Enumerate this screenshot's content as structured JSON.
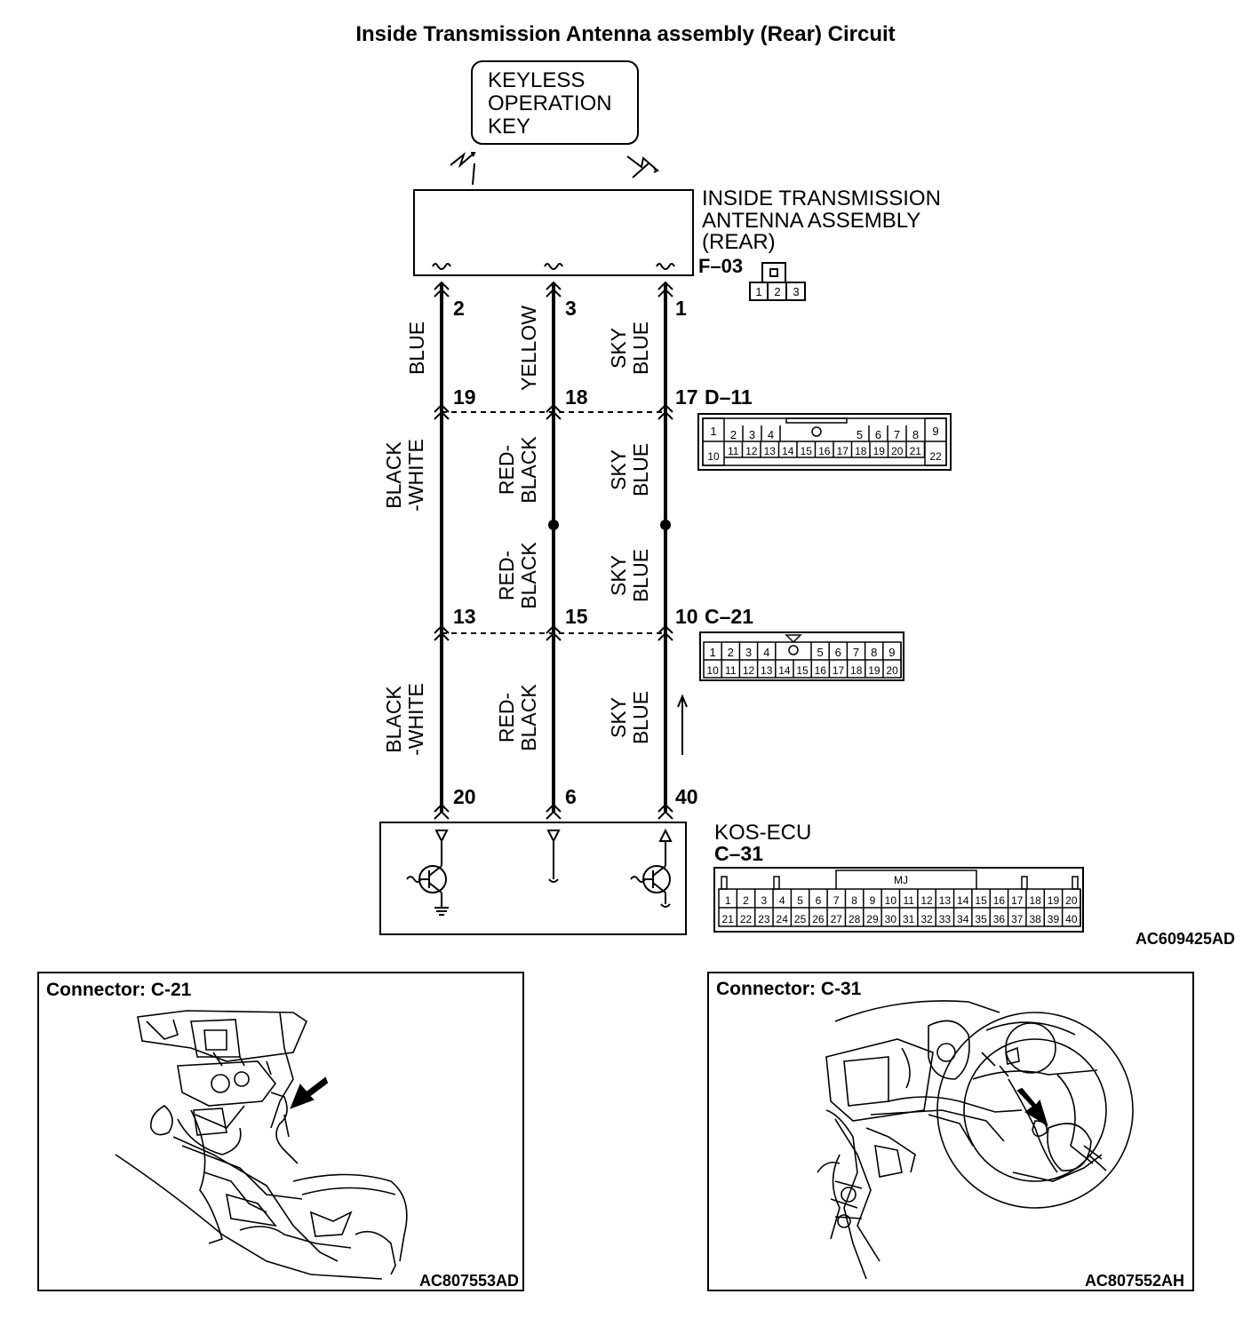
{
  "title": "Inside Transmission Antenna assembly (Rear) Circuit",
  "key_box": {
    "lines": [
      "KEYLESS",
      "OPERATION",
      "KEY"
    ]
  },
  "antenna": {
    "lines": [
      "INSIDE TRANSMISSION",
      "ANTENNA ASSEMBLY",
      "(REAR)"
    ],
    "connector": "F–03",
    "face_pins": [
      "1",
      "2",
      "3"
    ]
  },
  "pins": {
    "antenna": [
      "2",
      "3",
      "1"
    ],
    "d11": [
      "19",
      "18",
      "17"
    ],
    "c21": [
      "13",
      "15",
      "10"
    ],
    "ecu": [
      "20",
      "6",
      "40"
    ]
  },
  "wire_colors": {
    "seg1": [
      [
        "BLUE"
      ],
      [
        "YELLOW"
      ],
      [
        "SKY",
        "BLUE"
      ]
    ],
    "seg2": [
      [
        "BLACK",
        "-WHITE"
      ],
      [
        "RED-",
        "BLACK"
      ],
      [
        "SKY",
        "BLUE"
      ]
    ],
    "seg3": [
      [
        "RED-",
        "BLACK"
      ],
      [
        "SKY",
        "BLUE"
      ]
    ],
    "seg4": [
      [
        "BLACK",
        "-WHITE"
      ],
      [
        "RED-",
        "BLACK"
      ],
      [
        "SKY",
        "BLUE"
      ]
    ]
  },
  "connectors": {
    "d11": {
      "label": "D–11",
      "top": [
        "1",
        "2",
        "3",
        "4",
        "5",
        "6",
        "7",
        "8",
        "9"
      ],
      "bottom": [
        "10",
        "11",
        "12",
        "13",
        "14",
        "15",
        "16",
        "17",
        "18",
        "19",
        "20",
        "21",
        "22"
      ]
    },
    "c21": {
      "label": "C–21",
      "top": [
        "1",
        "2",
        "3",
        "4",
        "5",
        "6",
        "7",
        "8",
        "9"
      ],
      "bottom": [
        "10",
        "11",
        "12",
        "13",
        "14",
        "15",
        "16",
        "17",
        "18",
        "19",
        "20"
      ]
    },
    "c31": {
      "label": "C–31",
      "tag": "MJ",
      "top": [
        "1",
        "2",
        "3",
        "4",
        "5",
        "6",
        "7",
        "8",
        "9",
        "10",
        "11",
        "12",
        "13",
        "14",
        "15",
        "16",
        "17",
        "18",
        "19",
        "20"
      ],
      "bottom": [
        "21",
        "22",
        "23",
        "24",
        "25",
        "26",
        "27",
        "28",
        "29",
        "30",
        "31",
        "32",
        "33",
        "34",
        "35",
        "36",
        "37",
        "38",
        "39",
        "40"
      ]
    }
  },
  "ecu": {
    "name": "KOS-ECU",
    "connector": "C–31"
  },
  "figure_code": "AC609425AD",
  "panels": [
    {
      "title": "Connector: C-21",
      "code": "AC807553AD"
    },
    {
      "title": "Connector: C-31",
      "code": "AC807552AH"
    }
  ]
}
